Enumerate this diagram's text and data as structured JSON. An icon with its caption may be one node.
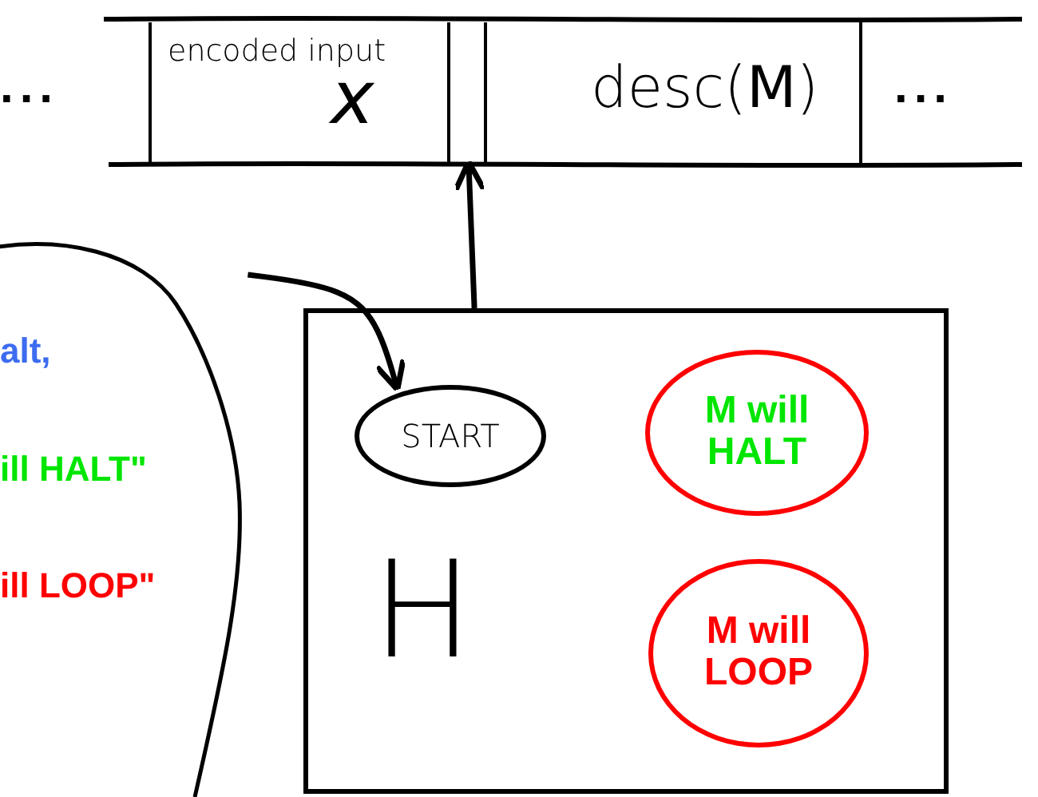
{
  "diagram": {
    "nodes": [
      {
        "text": [
          "encoded input",
          "x"
        ]
      },
      {
        "text": [],
        "shape": "box"
      },
      {
        "text": [
          "desc(**M**)"
        ]
      },
      {
        "text": [
          "alt,",
          "ill HALT\"",
          "ill LOOP\""
        ]
      },
      {
        "text": [
          "H"
        ]
      },
      {
        "text": [
          "START"
        ],
        "in": 4
      },
      {
        "text": [
          "M will HALT"
        ],
        "in": 4
      },
      {
        "text": [
          "M will LOOP"
        ],
        "in": 4
      }
    ],
    "edges": [
      {
        "from": 3,
        "to": 5,
        "arrow": "to"
      },
      {
        "from": 4,
        "to": 1,
        "arrow": "to"
      }
    ],
    "labels": [
      "...",
      "..."
    ]
  }
}
